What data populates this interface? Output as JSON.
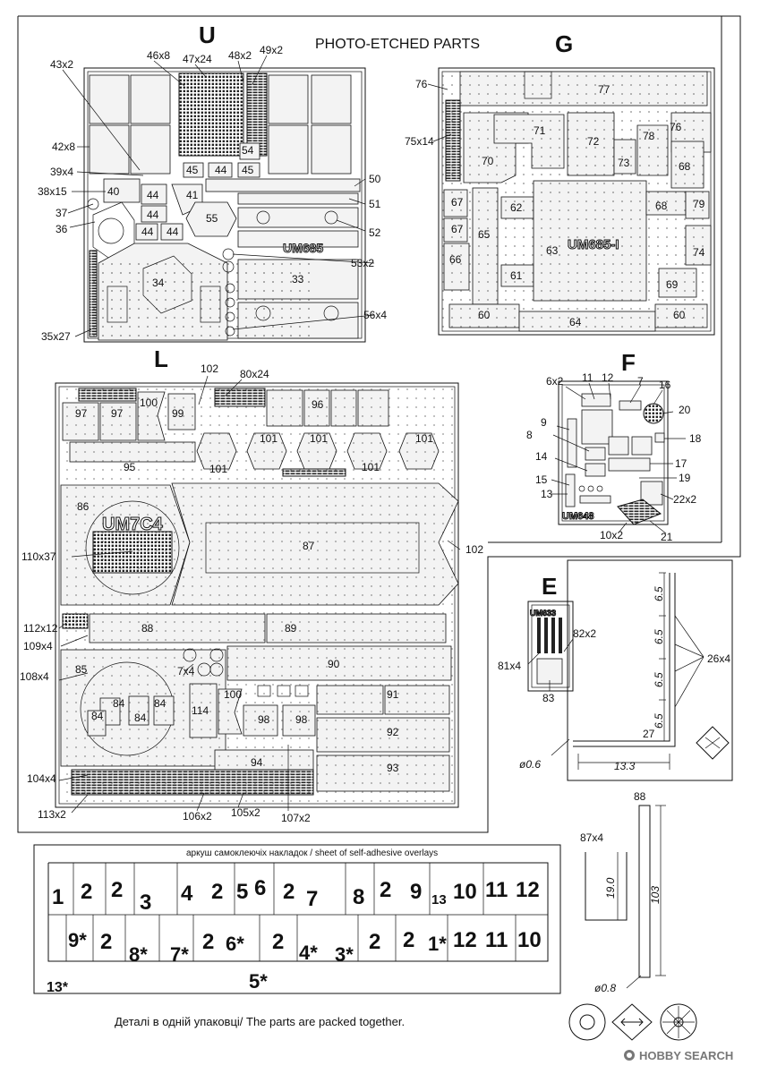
{
  "header": {
    "title": "PHOTO-ETCHED PARTS"
  },
  "sections": {
    "U": "U",
    "G": "G",
    "L": "L",
    "F": "F",
    "E": "E"
  },
  "fret_marks": {
    "U": "UM685",
    "G": "UM685-I",
    "L": "UM7C4",
    "F": "UM648",
    "E": "UM633"
  },
  "callouts": {
    "U": [
      "43x2",
      "46x8",
      "47x24",
      "48x2",
      "49x2",
      "42x8",
      "39x4",
      "38x15",
      "37",
      "36",
      "50",
      "51",
      "52",
      "53x2",
      "56x4",
      "35x27"
    ],
    "U_inner": [
      "54",
      "45",
      "44",
      "45",
      "40",
      "44",
      "41",
      "44",
      "55",
      "44",
      "44",
      "34",
      "33"
    ],
    "G_outer": [
      "76",
      "75x14"
    ],
    "G_inner": [
      "77",
      "71",
      "72",
      "70",
      "73",
      "78",
      "76",
      "68",
      "67",
      "62",
      "68",
      "79",
      "67",
      "65",
      "63",
      "66",
      "74",
      "61",
      "69",
      "60",
      "64",
      "60"
    ],
    "L_outer": [
      "102",
      "80x24",
      "102",
      "110x37",
      "112x12",
      "109x4",
      "108x4",
      "7x4",
      "104x4",
      "113x2",
      "106x2",
      "105x2",
      "107x2"
    ],
    "L_inner": [
      "97",
      "97",
      "100",
      "99",
      "96",
      "101",
      "101",
      "101",
      "101",
      "101",
      "95",
      "86",
      "87",
      "88",
      "89",
      "85",
      "90",
      "84",
      "84",
      "84",
      "84",
      "114",
      "100",
      "98",
      "98",
      "91",
      "92",
      "94",
      "93"
    ],
    "F": [
      "6x2",
      "11",
      "12",
      "7",
      "16",
      "20",
      "9",
      "18",
      "8",
      "17",
      "14",
      "19",
      "15",
      "13",
      "22x2",
      "10x2",
      "21"
    ],
    "E": [
      "82x2",
      "81x4",
      "83"
    ]
  },
  "dimensions": {
    "a": "6.5",
    "b": "6.5",
    "c": "6.5",
    "d": "6.5",
    "count": "26x4",
    "n27": "27",
    "wire1": "ø0.6",
    "len1": "13.3",
    "part88": "88",
    "part87": "87x4",
    "h87": "19.0",
    "len88": "103",
    "wire2": "ø0.8"
  },
  "overlay_sheet": {
    "title": "аркуш самоклеючіх накладок / sheet of self-adhesive overlays",
    "row1": [
      "1",
      "2",
      "2",
      "3",
      "4",
      "2",
      "5",
      "6",
      "2",
      "7",
      "8",
      "2",
      "9",
      "13",
      "10",
      "11",
      "12"
    ],
    "row2": [
      "9*",
      "2",
      "8*",
      "7*",
      "2",
      "6*",
      "2",
      "4*",
      "3*",
      "2",
      "2",
      "1*",
      "12",
      "11",
      "10"
    ],
    "bottom": [
      "13*",
      "5*"
    ]
  },
  "footer": {
    "note": "Деталі в одній упаковці/ The parts are packed together."
  },
  "watermark": "HOBBY SEARCH"
}
